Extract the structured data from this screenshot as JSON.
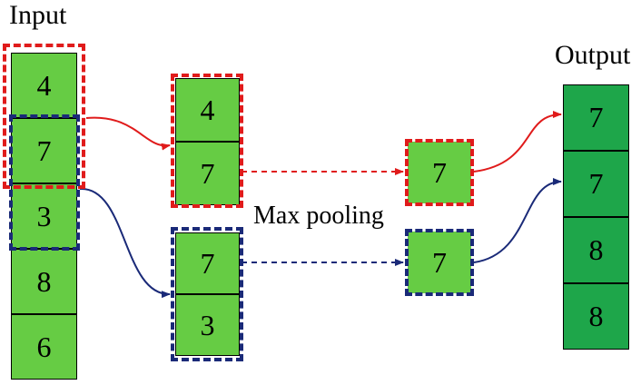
{
  "labels": {
    "input": "Input",
    "output": "Output",
    "operation": "Max pooling"
  },
  "input_values": [
    "4",
    "7",
    "3",
    "8",
    "6"
  ],
  "window_red_values": [
    "4",
    "7"
  ],
  "window_blue_values": [
    "7",
    "3"
  ],
  "pooled_red_value": "7",
  "pooled_blue_value": "7",
  "output_values": [
    "7",
    "7",
    "8",
    "8"
  ],
  "colors": {
    "cell_green": "#66cc44",
    "output_green": "#1ea64a",
    "window_red": "#e01b1b",
    "window_blue": "#1a2a78"
  }
}
